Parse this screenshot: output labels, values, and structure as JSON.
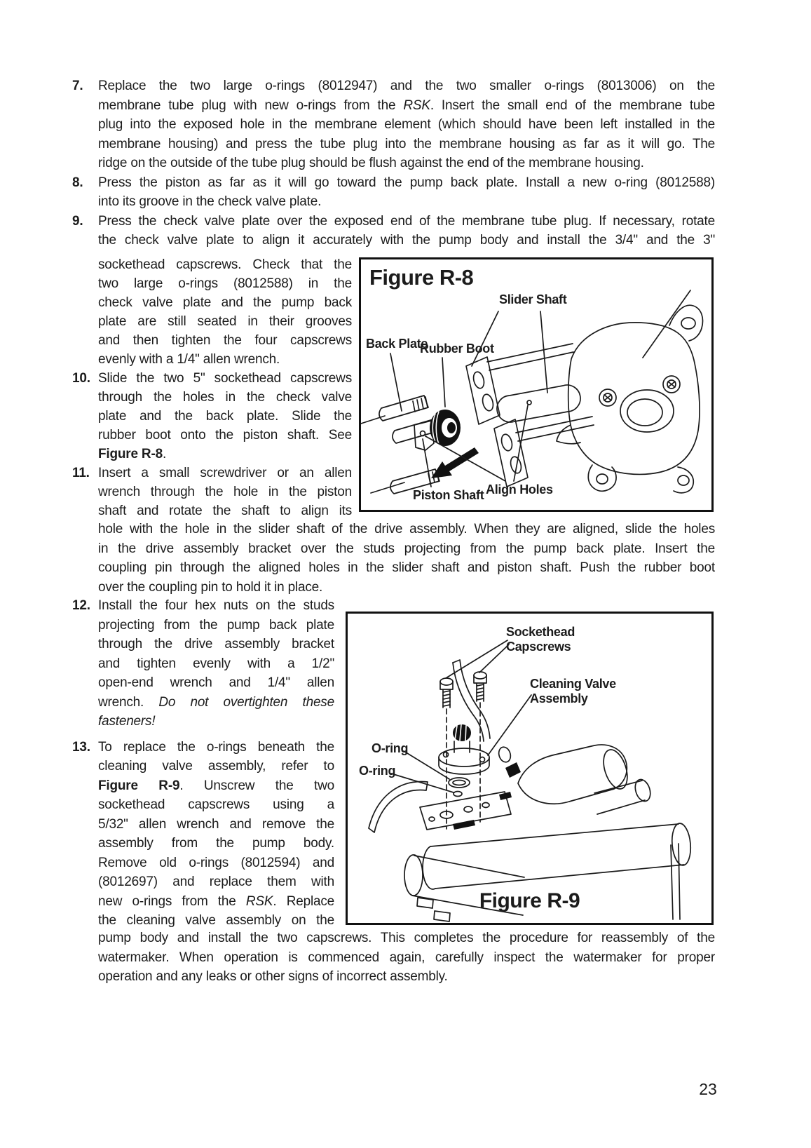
{
  "colors": {
    "ink": "#1c1c1c",
    "paper": "#ffffff"
  },
  "page_number": "23",
  "instructions": {
    "blocks": [
      {
        "id": "block-top",
        "items": [
          {
            "num": "7.",
            "lines": [
              {
                "t": "Replace the two large o-rings (8012947) and the two smaller o-rings (8013006) on the",
                "j": true
              },
              {
                "t": "membrane tube plug with new o-rings from the *RSK*. Insert the small end of the membrane tube",
                "j": true
              },
              {
                "t": "plug into the exposed hole in the membrane element (which should have been left installed in the",
                "j": true
              },
              {
                "t": "membrane housing) and press the tube plug into the membrane housing as far as it will go. The",
                "j": true
              },
              {
                "t": "ridge on the outside of the tube plug should be flush against the end of the membrane housing."
              }
            ]
          },
          {
            "num": "8.",
            "lines": [
              {
                "t": "Press the piston as far as it will go toward the pump back plate. Install a new o-ring (8012588)",
                "j": true
              },
              {
                "t": "into its groove in the check valve plate."
              }
            ]
          },
          {
            "num": "9.",
            "lines": [
              {
                "t": "Press the check valve plate over the exposed end of the membrane tube plug. If necessary, rotate",
                "j": true
              },
              {
                "t": "the check valve plate to align it accurately with the pump body and install the 3/4\" and the 3\"",
                "j": true
              }
            ]
          }
        ]
      },
      {
        "id": "block-col1",
        "items": [
          {
            "num": "",
            "lines": [
              {
                "t": "sockethead capscrews. Check that the",
                "j": true
              },
              {
                "t": "two large o-rings (8012588) in the",
                "j": true
              },
              {
                "t": "check valve plate and the pump back",
                "j": true
              },
              {
                "t": "plate are still seated in their grooves",
                "j": true
              },
              {
                "t": "and then tighten the four capscrews",
                "j": true
              },
              {
                "t": "evenly with a 1/4\" allen wrench."
              }
            ]
          },
          {
            "num": "10.",
            "lines": [
              {
                "t": "Slide the two 5\" sockethead capscrews",
                "j": true
              },
              {
                "t": "through the holes in the check valve",
                "j": true
              },
              {
                "t": "plate and the back plate. Slide the",
                "j": true
              },
              {
                "t": "rubber boot onto the piston shaft. See",
                "j": true
              },
              {
                "t": "**Figure R-8**."
              }
            ]
          },
          {
            "num": "11.",
            "lines": [
              {
                "t": "Insert a small screwdriver or an allen",
                "j": true
              },
              {
                "t": "wrench through the hole in the piston",
                "j": true
              },
              {
                "t": "shaft and rotate the shaft to align its",
                "j": true
              }
            ]
          }
        ]
      },
      {
        "id": "block-full2",
        "items": [
          {
            "num": "",
            "lines": [
              {
                "t": "hole with the hole in the slider shaft of the drive assembly. When they are aligned, slide the holes",
                "j": true
              },
              {
                "t": "in the drive assembly bracket over the studs projecting from the pump back plate. Insert the",
                "j": true
              },
              {
                "t": "coupling pin through the aligned holes in the slider shaft and piston shaft. Push the rubber boot",
                "j": true
              },
              {
                "t": "over the coupling pin to hold it in place."
              }
            ]
          }
        ]
      },
      {
        "id": "block-col2",
        "items": [
          {
            "num": "12.",
            "lines": [
              {
                "t": "Install the four hex nuts on the studs",
                "j": true
              },
              {
                "t": "projecting from the pump back plate",
                "j": true
              },
              {
                "t": "through the drive assembly bracket",
                "j": true
              },
              {
                "t": "and tighten evenly with a 1/2\"",
                "j": true
              },
              {
                "t": "open-end wrench and 1/4\" allen",
                "j": true
              },
              {
                "t": "wrench. *Do not overtighten these*",
                "j": true
              },
              {
                "t": "*fasteners!*"
              }
            ]
          },
          {
            "num": "13.",
            "space_before": true,
            "lines": [
              {
                "t": "To replace the o-rings beneath the",
                "j": true
              },
              {
                "t": "cleaning valve assembly, refer to",
                "j": true
              },
              {
                "t": "**Figure R-9**. Unscrew the two",
                "j": true
              },
              {
                "t": "sockethead capscrews using a",
                "j": true
              },
              {
                "t": "5/32\" allen wrench and remove the",
                "j": true
              },
              {
                "t": "assembly from the pump body.",
                "j": true
              },
              {
                "t": "Remove old o-rings (8012594) and",
                "j": true
              },
              {
                "t": "(8012697) and replace them with",
                "j": true
              },
              {
                "t": "new o-rings from the *RSK*. Replace",
                "j": true
              },
              {
                "t": "the cleaning valve assembly on the",
                "j": true
              }
            ]
          }
        ]
      },
      {
        "id": "block-full3",
        "items": [
          {
            "num": "",
            "lines": [
              {
                "t": "pump body and install the two capscrews. This completes the procedure for reassembly of the",
                "j": true
              },
              {
                "t": "watermaker. When operation is commenced again, carefully inspect the watermaker for proper",
                "j": true
              },
              {
                "t": "operation and any leaks or other signs of incorrect assembly."
              }
            ]
          }
        ]
      }
    ]
  },
  "figure_r8": {
    "title": "Figure R-8",
    "labels": {
      "slider_shaft": "Slider Shaft",
      "back_plate": "Back Plate",
      "rubber_boot": "Rubber Boot",
      "piston_shaft": "Piston Shaft",
      "align_holes": "Align Holes"
    }
  },
  "figure_r9": {
    "caption": "Figure R-9",
    "labels": {
      "sockethead_capscrews": "Sockethead Capscrews",
      "cleaning_valve_assembly": "Cleaning Valve Assembly",
      "o_ring_top": "O-ring",
      "o_ring_bottom": "O-ring"
    }
  }
}
